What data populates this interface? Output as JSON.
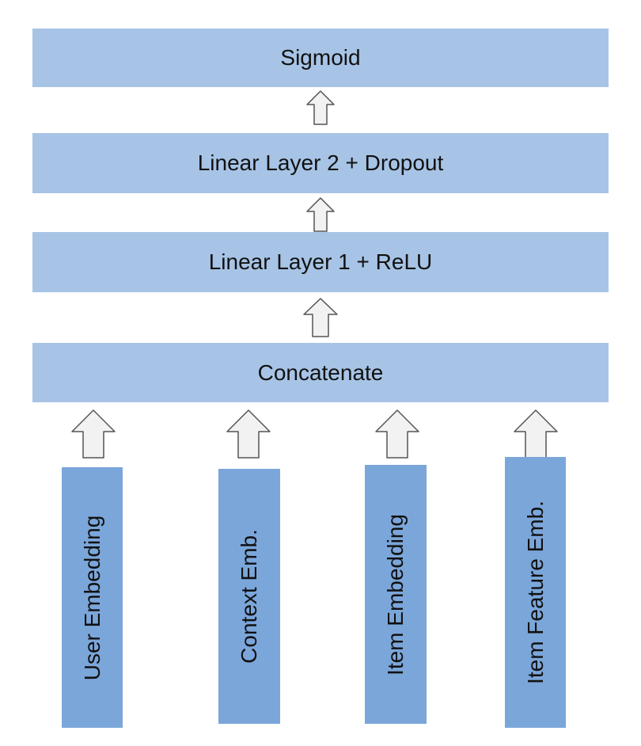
{
  "diagram": {
    "layers": {
      "sigmoid": "Sigmoid",
      "linear2": "Linear Layer 2 + Dropout",
      "linear1": "Linear Layer 1 + ReLU",
      "concatenate": "Concatenate"
    },
    "embeddings": {
      "user": "User Embedding",
      "context": "Context Emb.",
      "item": "Item Embedding",
      "item_feature": "Item Feature Emb."
    },
    "colors": {
      "layer_fill": "#a7c4e6",
      "embedding_fill": "#7ba6da",
      "arrow_fill": "#f2f2f2",
      "arrow_stroke": "#555555"
    }
  }
}
